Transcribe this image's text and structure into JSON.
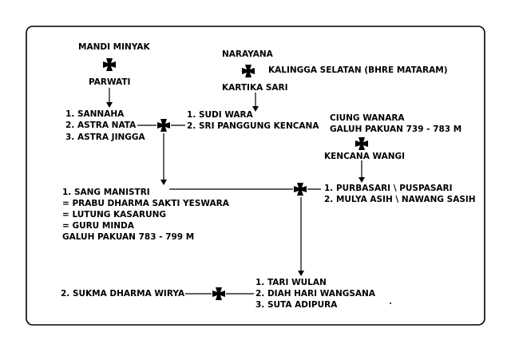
{
  "people": {
    "mandi_minyak": "MANDI MINYAK",
    "parwati": "PARWATI",
    "narayana": "NARAYANA",
    "kalingga": "KALINGGA SELATAN (BHRE  MATARAM)",
    "kartika_sari": "KARTIKA SARI",
    "ciung_wanara": "CIUNG WANARA",
    "ciung_wanara_reign": "GALUH PAKUAN 739 - 783 M",
    "kencana_wangi": "KENCANA WANGI",
    "sukma": "2.  SUKMA DHARMA WIRYA"
  },
  "children_parwati": [
    "1.  SANNAHA",
    "2.  ASTRA NATA",
    "3.  ASTRA JINGGA"
  ],
  "children_kartika": [
    "1.  SUDI WARA",
    "2.  SRI PANGGUNG KENCANA"
  ],
  "sang_manistri": [
    "1.  SANG MANISTRI",
    "= PRABU DHARMA SAKTI YESWARA",
    "= LUTUNG KASARUNG",
    "= GURU MINDA",
    "GALUH PAKUAN 783 - 799 M"
  ],
  "children_kencana": [
    "1.  PURBASARI \\ PUSPASARI",
    "2.  MULYA ASIH  \\ NAWANG SASIH"
  ],
  "children_final": [
    "1.  TARI WULAN",
    "2.  DIAH HARI WANGSANA",
    "3.  SUTA ADIPURA"
  ],
  "icons": {
    "marriage_symbol": "cross-pattee-icon"
  }
}
